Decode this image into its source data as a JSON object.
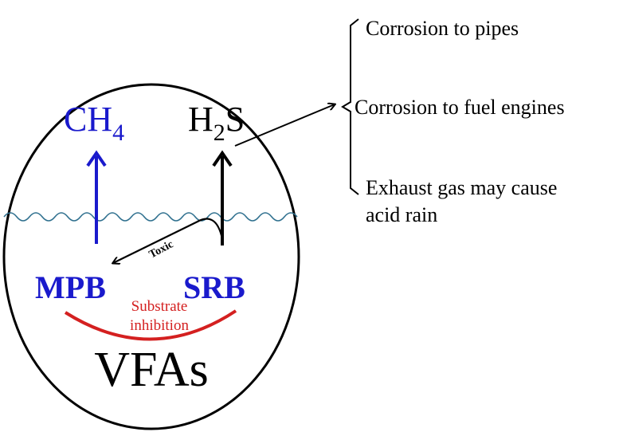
{
  "colors": {
    "blue": "#1a1acc",
    "red": "#d42020",
    "wave": "#2e6f8e",
    "black": "#000000"
  },
  "species": {
    "ch4": {
      "main": "CH",
      "sub": "4"
    },
    "h2s": {
      "main1": "H",
      "sub": "2",
      "main2": "S"
    }
  },
  "organisms": {
    "mpb": "MPB",
    "srb": "SRB"
  },
  "labels": {
    "toxic": "Toxic",
    "substrate_line1": "Substrate",
    "substrate_line2": "inhibition",
    "vfas": "VFAs"
  },
  "effects": {
    "item1": "Corrosion to pipes",
    "item2": "Corrosion to fuel engines",
    "item3_line1": "Exhaust gas may cause",
    "item3_line2": "acid rain"
  }
}
